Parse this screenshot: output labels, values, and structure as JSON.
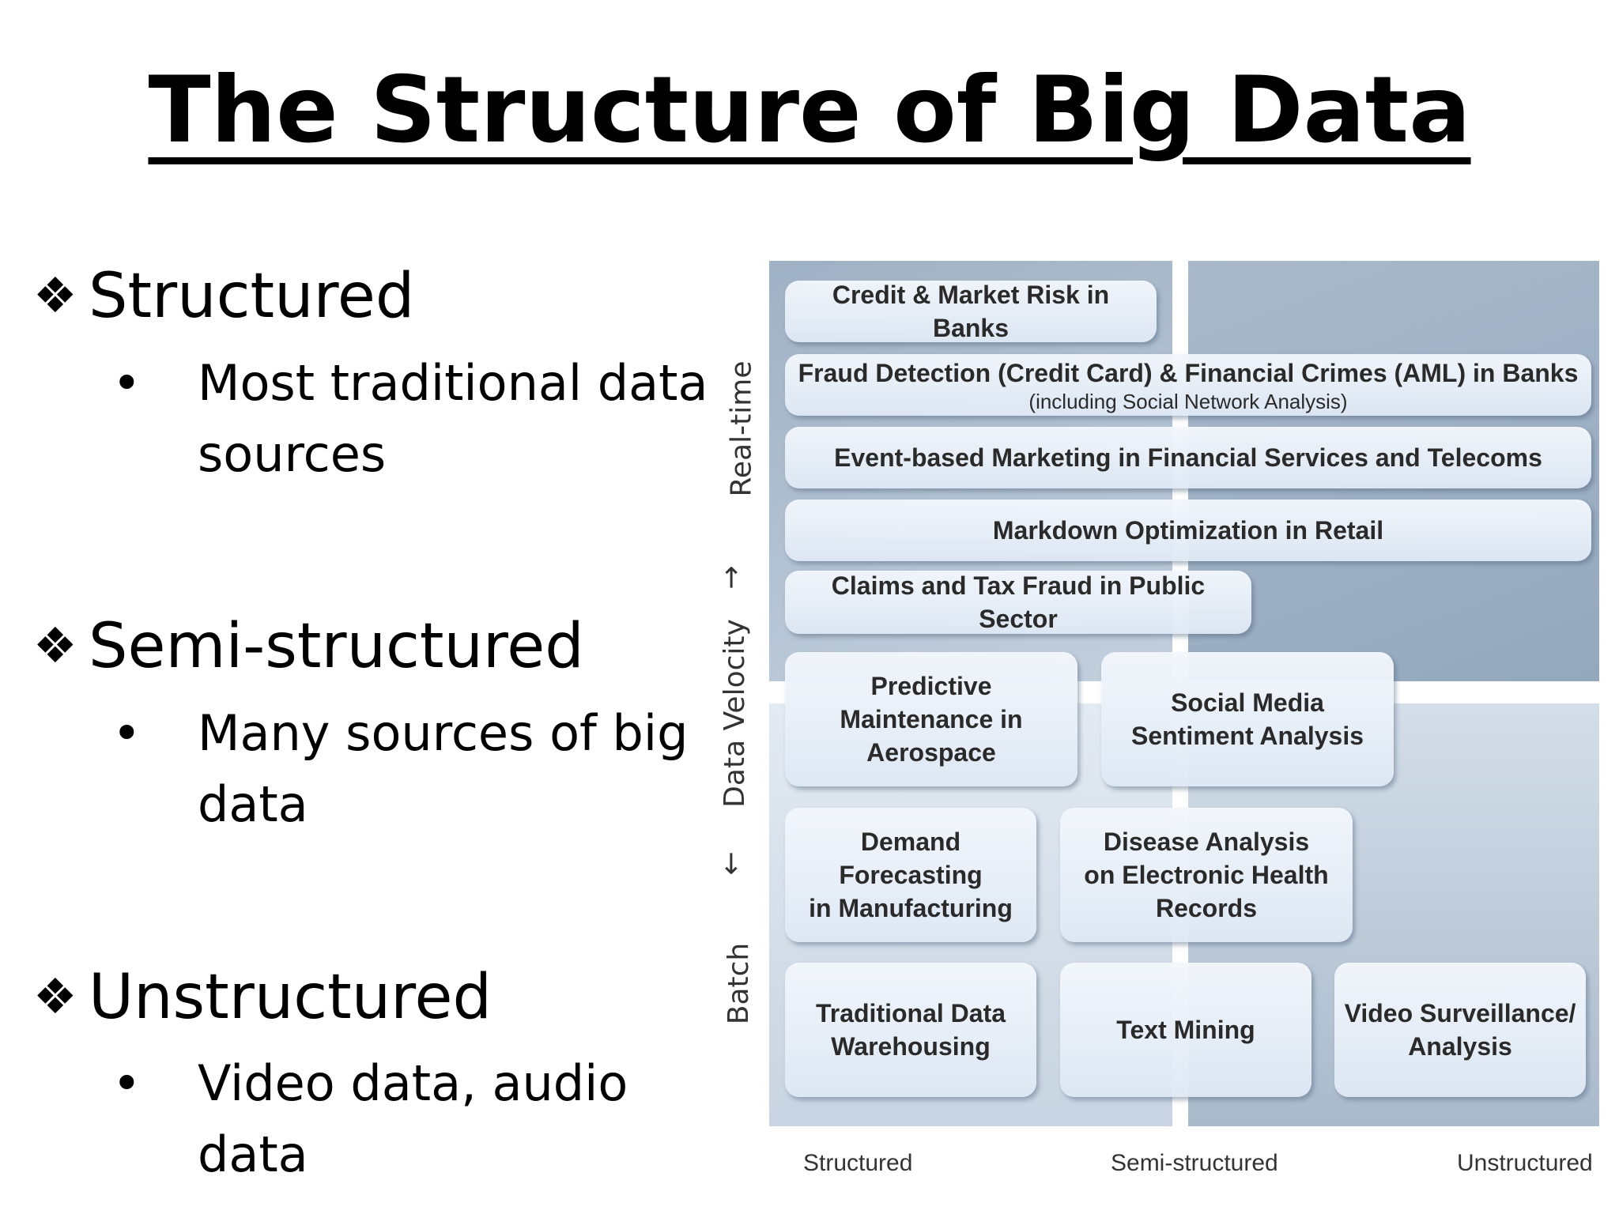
{
  "title": "The Structure of Big Data",
  "bullets": [
    {
      "heading": "Structured",
      "sub": [
        "Most traditional data",
        "sources"
      ]
    },
    {
      "heading": "Semi-structured",
      "sub": [
        "Many sources of big",
        "data"
      ]
    },
    {
      "heading": "Unstructured",
      "sub": [
        "Video data, audio data"
      ]
    }
  ],
  "bullet_symbols": {
    "level1": "❖",
    "level2": "•"
  },
  "diagram": {
    "y_axis": {
      "top": "Real-time",
      "up_arrow": "→",
      "middle": "Data Velocity",
      "down_arrow": "→",
      "bottom": "Batch"
    },
    "x_axis": [
      "Structured",
      "Semi-structured",
      "Unstructured"
    ],
    "boxes": {
      "credit": [
        "Credit & Market Risk in Banks"
      ],
      "fraud": [
        "Fraud Detection (Credit Card) & Financial Crimes (AML) in Banks"
      ],
      "fraud_sub": "(including Social Network Analysis)",
      "event": [
        "Event-based Marketing in Financial Services and Telecoms"
      ],
      "markdown": [
        "Markdown Optimization in Retail"
      ],
      "claims": [
        "Claims and Tax Fraud in Public Sector"
      ],
      "predictive": [
        "Predictive",
        "Maintenance in",
        "Aerospace"
      ],
      "social": [
        "Social Media",
        "Sentiment Analysis"
      ],
      "demand": [
        "Demand Forecasting",
        "in Manufacturing"
      ],
      "disease": [
        "Disease Analysis",
        "on Electronic Health",
        "Records"
      ],
      "warehousing": [
        "Traditional Data",
        "Warehousing"
      ],
      "textmining": [
        "Text Mining"
      ],
      "video": [
        "Video Surveillance/",
        "Analysis"
      ]
    }
  }
}
